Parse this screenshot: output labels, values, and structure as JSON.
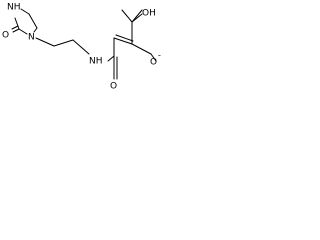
{
  "molecule": {
    "atoms": {
      "nh_ring": "NH",
      "o_ring": "O",
      "n_ring": "N",
      "nh_amide": "NH",
      "o_amide": "O",
      "oh": "OH",
      "o_carboxylate": "O",
      "charge": "-"
    },
    "colors": {
      "bond": "#000000",
      "label": "#000000",
      "background": "#ffffff"
    }
  }
}
